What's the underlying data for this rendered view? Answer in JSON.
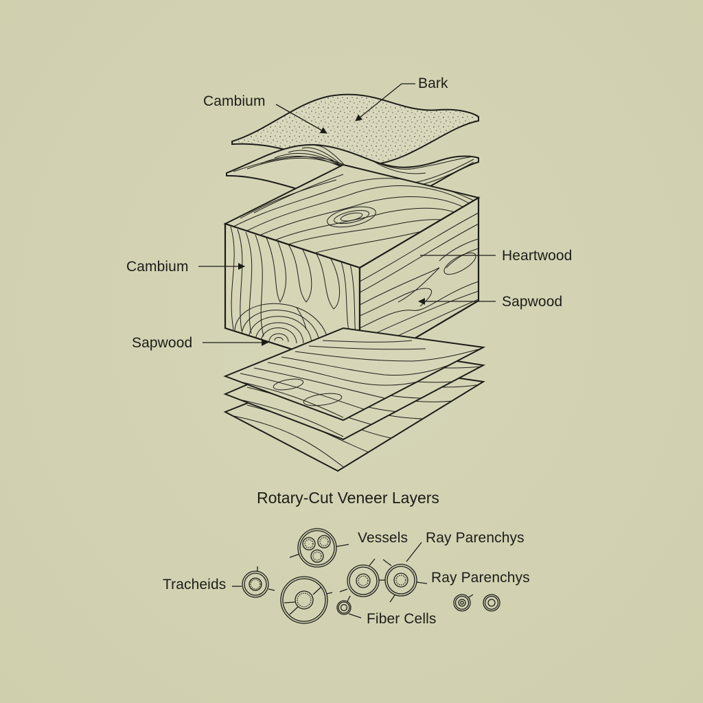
{
  "diagram": {
    "title": "Rotary-Cut Veneer Layers",
    "colors": {
      "background": "#d3d3b3",
      "ink": "#1c1c18",
      "bark_fill": "#d9d8bc"
    },
    "top_labels": {
      "bark": "Bark",
      "cambium_top": "Cambium"
    },
    "block_labels": {
      "cambium_left": "Cambium",
      "sapwood_left": "Sapwood",
      "heartwood_right": "Heartwood",
      "sapwood_right": "Sapwood"
    },
    "cell_labels": {
      "tracheids": "Tracheids",
      "vessels": "Vessels",
      "ray_parenchys_1": "Ray Parenchys",
      "ray_parenchys_2": "Ray Parenchys",
      "fiber_cells": "Fiber Cells"
    }
  }
}
